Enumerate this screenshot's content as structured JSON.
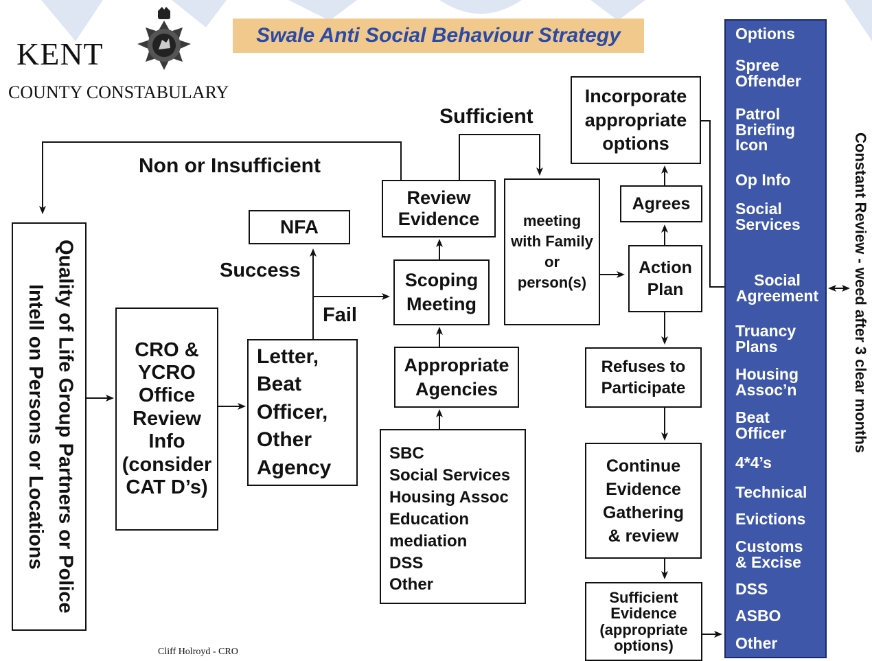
{
  "header": {
    "org_name": "KENT",
    "org_subname": "COUNTY CONSTABULARY",
    "crest_icon": "police-crest-icon",
    "title": "Swale Anti Social Behaviour Strategy"
  },
  "labels": {
    "non_insufficient": "Non or Insufficient",
    "sufficient": "Sufficient",
    "success": "Success",
    "fail": "Fail",
    "side_vertical": "Constant Review - weed after 3 clear months"
  },
  "boxes": {
    "quality": "Quality of Life Group Partners or Police Intell on Persons or Locations",
    "cro": "CRO & YCRO Office Review Info (consider CAT D’s)",
    "letter": "Letter, Beat Officer, Other Agency",
    "nfa": "NFA",
    "scoping": "Scoping Meeting",
    "review": "Review Evidence",
    "appropriate_agencies": "Appropriate Agencies",
    "agency_list": [
      "SBC",
      "Social Services",
      "Housing Assoc",
      "Education",
      "mediation",
      "DSS",
      "Other"
    ],
    "meeting": "meeting with Family or person(s)",
    "action_plan": "Action Plan",
    "agrees": "Agrees",
    "incorporate": "Incorporate appropriate options",
    "refuses": "Refuses to Participate",
    "continue": "Continue Evidence Gathering & review",
    "sufficient_evidence": "Sufficient Evidence (appropriate options)"
  },
  "options": {
    "heading": "Options",
    "items": [
      "Spree Offender",
      "Patrol Briefing Icon",
      "Op Info",
      "Social Services",
      "Social Agreement",
      "Truancy Plans",
      "Housing Assoc’n",
      "Beat Officer",
      "4*4’s",
      "Technical",
      "Evictions",
      "Customs & Excise",
      "DSS",
      "ASBO",
      "Other"
    ]
  },
  "footer": {
    "credit": "Cliff Holroyd - CRO"
  },
  "colors": {
    "sidebar": "#3e57a8",
    "banner": "#f1c98c",
    "title_text": "#2a4aa6"
  }
}
